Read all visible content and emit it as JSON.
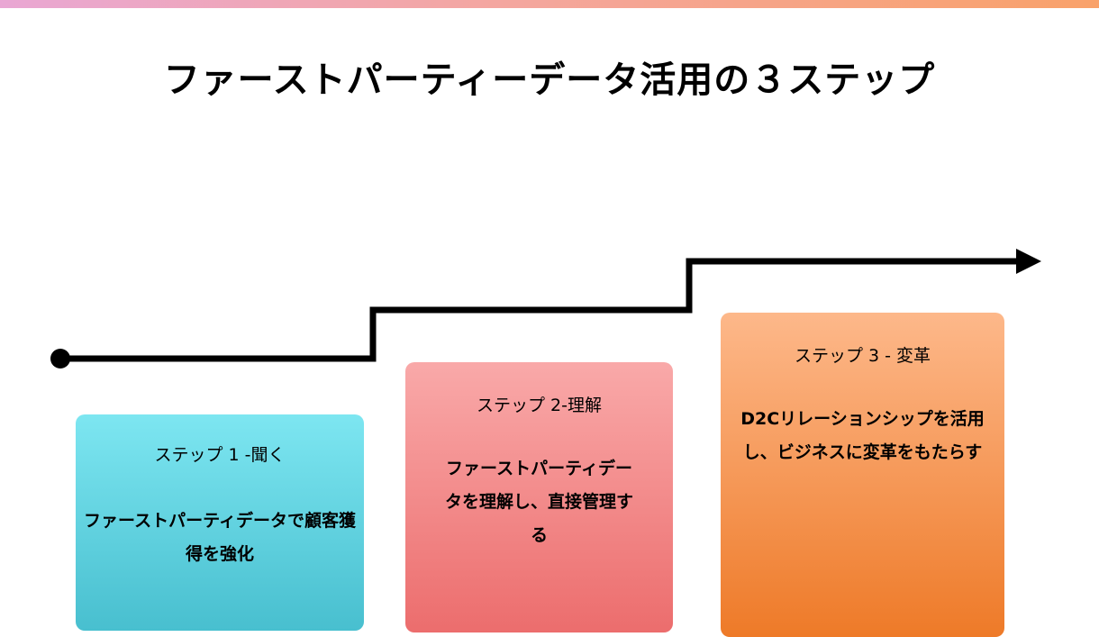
{
  "title": "ファーストパーティーデータ活用の３ステップ",
  "colors": {
    "line": "#000000",
    "card1": "#48bfcf",
    "card2": "#ec6d6d",
    "card3": "#ee7a28"
  },
  "steps": [
    {
      "label": "ステップ 1 -聞く",
      "description": "ファーストパーティデータで顧客獲得を強化"
    },
    {
      "label": "ステップ 2-理解",
      "description": "ファーストパーティデータを理解し、直接管理する"
    },
    {
      "label": "ステップ 3 - 変革",
      "description": "D2Cリレーションシップを活用し、ビジネスに変革をもたらす"
    }
  ]
}
